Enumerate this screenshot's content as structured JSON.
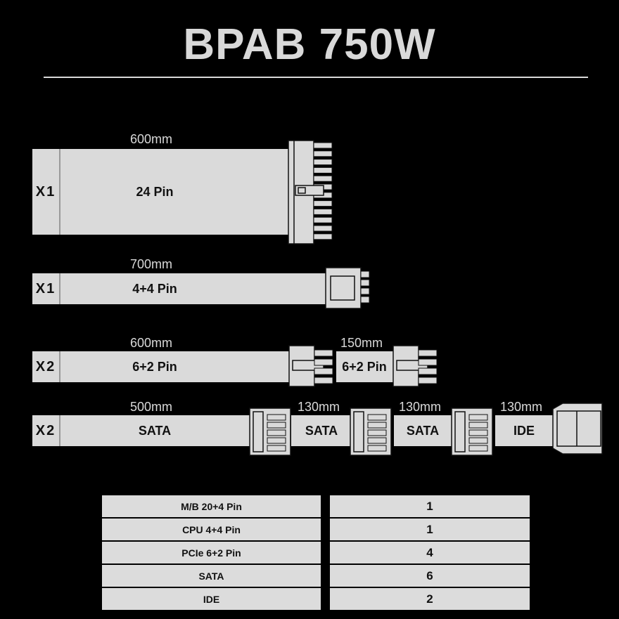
{
  "title": "BPAB 750W",
  "cables": [
    {
      "quantity": "X1",
      "length": "600mm",
      "label": "24 Pin"
    },
    {
      "quantity": "X1",
      "length": "700mm",
      "label": "4+4 Pin"
    },
    {
      "quantity": "X2",
      "length": "600mm",
      "label": "6+2 Pin",
      "extension": {
        "length": "150mm",
        "label": "6+2 Pin"
      }
    },
    {
      "quantity": "X2",
      "length": "500mm",
      "label": "SATA",
      "segments": [
        {
          "length": "130mm",
          "label": "SATA"
        },
        {
          "length": "130mm",
          "label": "SATA"
        },
        {
          "length": "130mm",
          "label": "IDE"
        }
      ]
    }
  ],
  "table": {
    "rows": [
      {
        "name": "M/B 20+4 Pin",
        "count": "1"
      },
      {
        "name": "CPU 4+4 Pin",
        "count": "1"
      },
      {
        "name": "PCIe 6+2 Pin",
        "count": "4"
      },
      {
        "name": "SATA",
        "count": "6"
      },
      {
        "name": "IDE",
        "count": "2"
      }
    ]
  },
  "colors": {
    "background": "#000000",
    "cable": "#dadada",
    "text_dark": "#111111",
    "text_light": "#d9d9d9"
  }
}
